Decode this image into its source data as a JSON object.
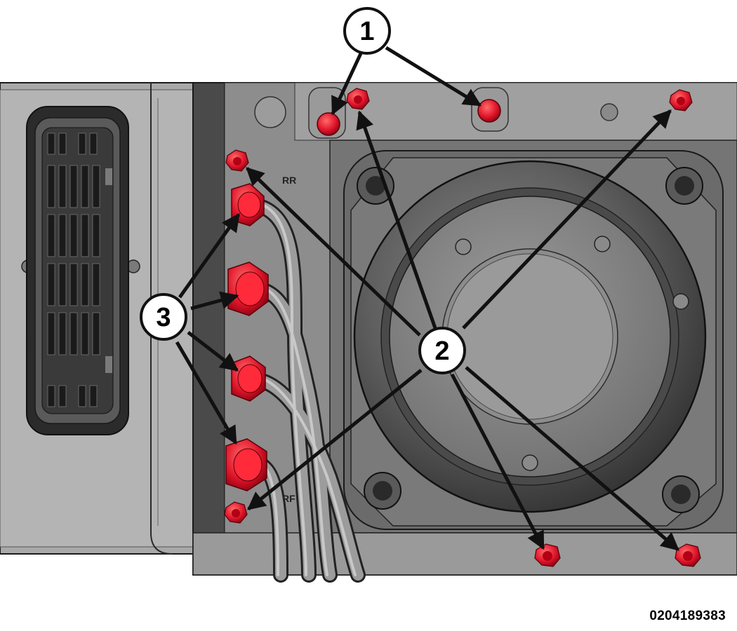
{
  "figure": {
    "caption": "0204189383",
    "callouts": [
      {
        "id": "1",
        "label": "1",
        "target": "mounting studs"
      },
      {
        "id": "2",
        "label": "2",
        "target": "mounting bolts"
      },
      {
        "id": "3",
        "label": "3",
        "target": "brake line tube nuts"
      }
    ],
    "port_labels": {
      "rear_right": "RR",
      "right_front": "RF"
    }
  },
  "colors": {
    "housing_dark": "#3a3a3a",
    "housing_mid": "#6e6e6e",
    "housing_light": "#b8b8b8",
    "highlight_red": "#e0162b",
    "arrow": "#111111",
    "callout_fill": "#ffffff"
  }
}
